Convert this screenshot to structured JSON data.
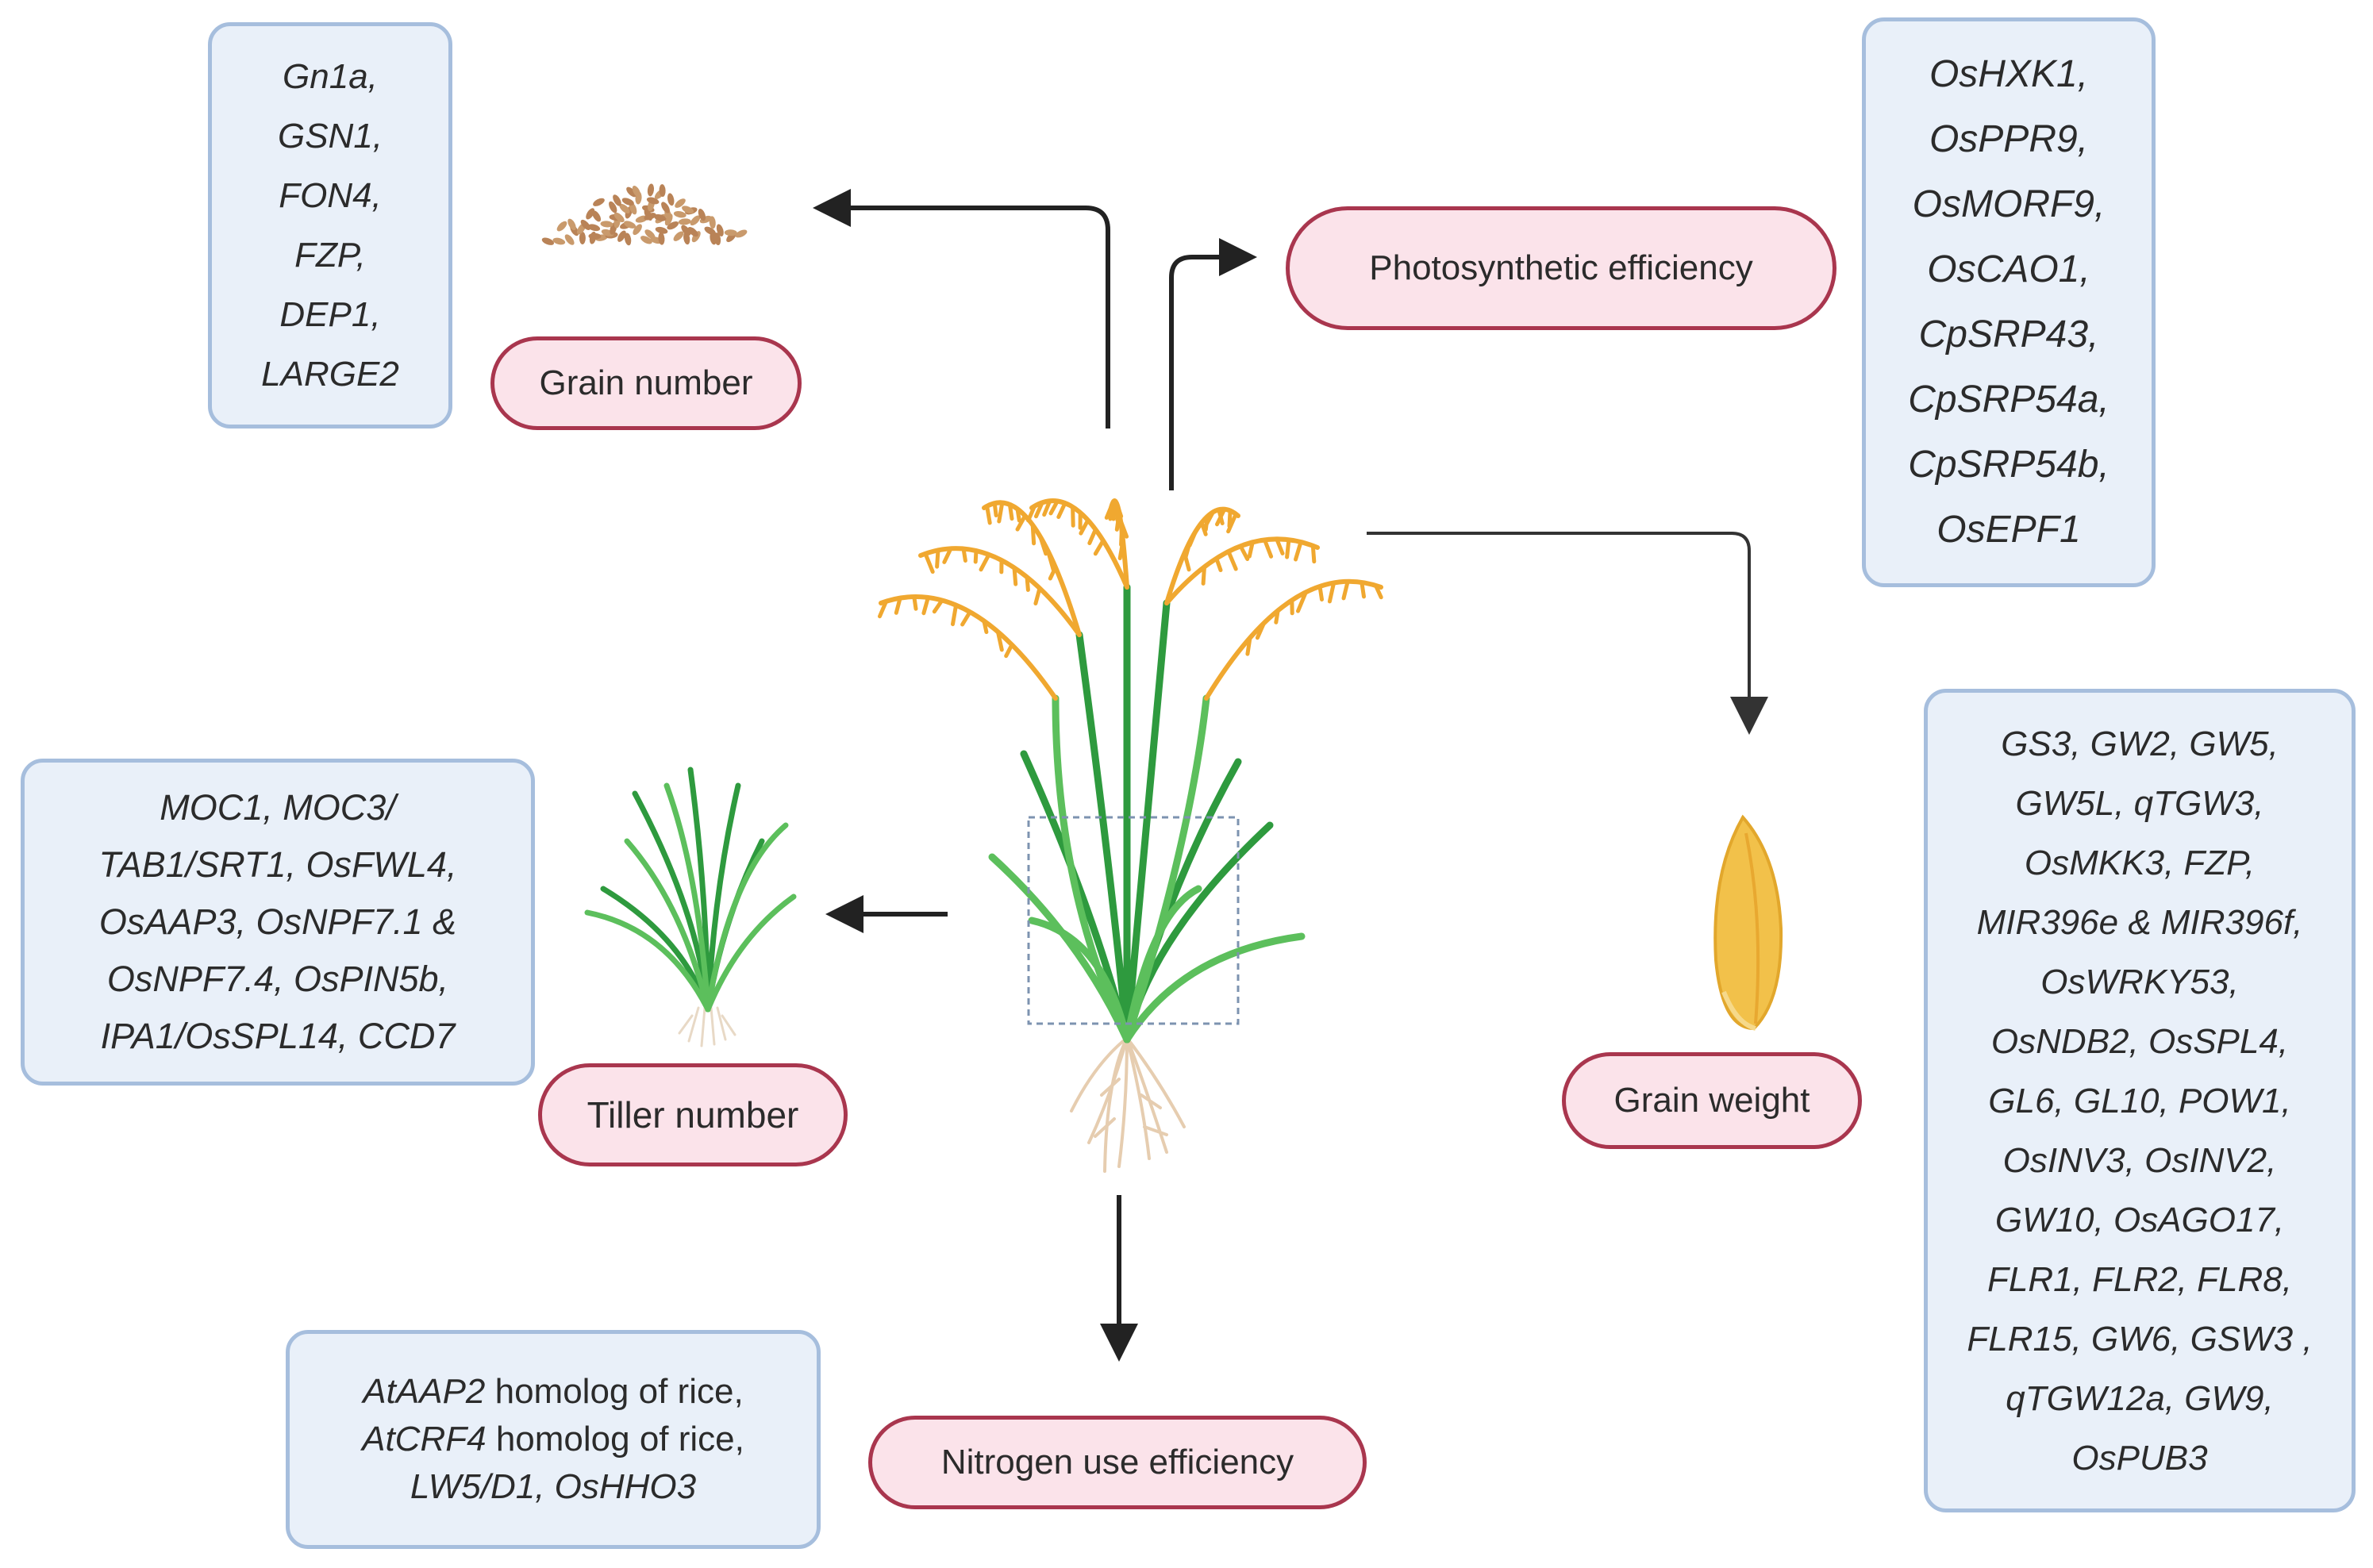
{
  "traits": {
    "grain_number": "Grain number",
    "photosynthetic_efficiency": "Photosynthetic efficiency",
    "tiller_number": "Tiller number",
    "grain_weight": "Grain weight",
    "nitrogen_use_efficiency": "Nitrogen use efficiency"
  },
  "genes": {
    "grain_number": [
      "Gn1a,",
      "GSN1,",
      "FON4,",
      "FZP,",
      "DEP1,",
      "LARGE2"
    ],
    "photosynthetic_efficiency": [
      "OsHXK1,",
      "OsPPR9,",
      "OsMORF9,",
      "OsCAO1,",
      "CpSRP43,",
      "CpSRP54a,",
      "CpSRP54b,",
      "OsEPF1"
    ],
    "tiller_number": [
      "MOC1, MOC3/",
      "TAB1/SRT1, OsFWL4,",
      "OsAAP3, OsNPF7.1 &",
      "OsNPF7.4, OsPIN5b,",
      "IPA1/OsSPL14, CCD7"
    ],
    "grain_weight": [
      "GS3, GW2, GW5,",
      "GW5L, qTGW3,",
      "OsMKK3, FZP,",
      "MIR396e & MIR396f,",
      "OsWRKY53,",
      "OsNDB2, OsSPL4,",
      "GL6, GL10, POW1,",
      "OsINV3, OsINV2,",
      "GW10, OsAGO17,",
      "FLR1, FLR2, FLR8,",
      "FLR15, GW6, GSW3 ,",
      "qTGW12a, GW9,",
      "OsPUB3"
    ],
    "nitrogen_use_efficiency": [
      {
        "gene": "AtAAP2",
        "suffix": " homolog of rice,"
      },
      {
        "gene": "AtCRF4",
        "suffix": " homolog of rice,"
      },
      {
        "gene": "LW5/D1, OsHHO3",
        "suffix": ""
      }
    ]
  },
  "colors": {
    "gene_box_fill": "#e9f0f9",
    "gene_box_border": "#a6bedd",
    "trait_fill": "#fbe3ea",
    "trait_border": "#a9364e",
    "panicle": "#f0a830",
    "leaf_dark": "#2e9a3e",
    "leaf_light": "#5cbf5c",
    "root": "#e6cdb0",
    "grain_seed": "#f2c14a",
    "arrow": "#222222"
  }
}
